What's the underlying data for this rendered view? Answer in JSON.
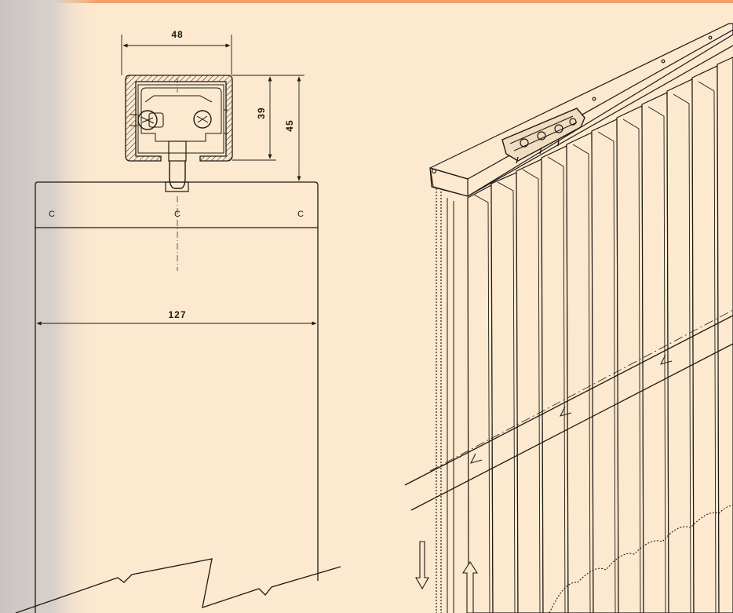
{
  "colors": {
    "background": "#fde9cf",
    "top_band": "#f0a16b",
    "ink": "#1e1a16",
    "left_shadow": "#d2c8bf"
  },
  "dimensions": {
    "rail_width": "48",
    "rail_inner_height": "39",
    "rail_total_height": "45",
    "slat_width": "127"
  },
  "slat_hole_mark": "C",
  "arrows": {
    "cord_down": "down-arrow",
    "cord_up": "up-arrow"
  }
}
